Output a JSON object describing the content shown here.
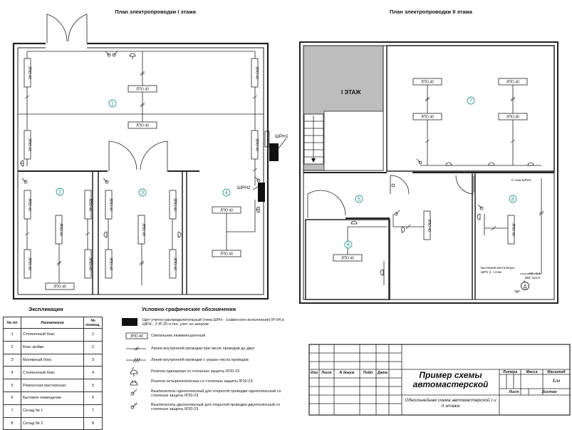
{
  "plans": {
    "floor1_title": "План электропроводки I этажа",
    "floor2_title": "План электропроводки II этажа"
  },
  "lamp_label": "ЛПО 40",
  "rooms": [
    "1",
    "2",
    "3",
    "4",
    "5",
    "6",
    "7",
    "8"
  ],
  "panels": {
    "shrn1": "ШРН1",
    "shrn2": "ШРН2"
  },
  "floor2": {
    "stair_label": "I ЭТАЖ",
    "shrn2_note": "// этаж ШРН2",
    "vent_note_1": "Вытяжная вентиляция",
    "vent_note_2": "ШРН 2, I этаж",
    "cable_1": "АП - 0.4",
    "cable_2": "ВВГ-4х2.5",
    "motor": "Д"
  },
  "explication": {
    "title": "Экспликация",
    "headers": {
      "num": "№ пп",
      "name": "Назначение",
      "room": "№ помещ."
    },
    "rows": [
      {
        "num": "1",
        "name": "Стояночный бокс",
        "room": "1"
      },
      {
        "num": "2",
        "name": "Бокс мойки",
        "room": "2"
      },
      {
        "num": "3",
        "name": "Молярный бокс",
        "room": "3"
      },
      {
        "num": "4",
        "name": "Стояночный бокс",
        "room": "4"
      },
      {
        "num": "5",
        "name": "Ремонтная мастерская",
        "room": "5"
      },
      {
        "num": "6",
        "name": "Бытовое помещение",
        "room": "6"
      },
      {
        "num": "7",
        "name": "Склад № 1",
        "room": "7"
      },
      {
        "num": "8",
        "name": "Склад № 2",
        "room": "8"
      }
    ]
  },
  "legend": {
    "title": "Условно-графические обозначения",
    "items": [
      "Щит учетно-распределительный (типа ШРН - 1навесного исполнения) IP-54 и ШРН - 2 IP-20 и тех. учет эл.энергии",
      "Светильник люминесцентный",
      "Линия внутренней проводки при числе проводов до двух",
      "Линия внутренней проводки с указан числа проводов",
      "Розетка одинарная со степенью защиты IP20-23",
      "Розетка четырехполюсная со степенью защиты IP20-23",
      "Выключатель однополюсный для открытой проводки однополюсный со степенью защиты IP20-23",
      "Выключатель двухполюсный для открытой проводки двухполюсный со степенью защиты IP20-23"
    ]
  },
  "title_block": {
    "name": "Пример схемы автомастерской",
    "subtitle": "Однолинейная схема автомастерской I и II этажа",
    "cols": [
      "Изм",
      "Лист",
      "N докум",
      "Подп",
      "Дата"
    ],
    "litera": "Литера",
    "mass": "Масса",
    "scale": "Масштаб",
    "scale_value": "Б/м",
    "sheet": "Лист",
    "sheets": "Листов"
  }
}
